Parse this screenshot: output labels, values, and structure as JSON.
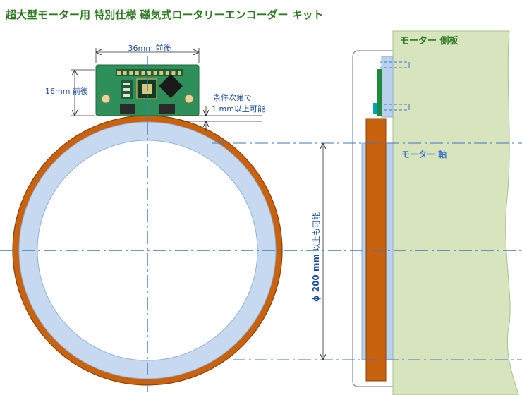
{
  "title": "超大型モーター用 特別仕様 磁気式ロータリーエンコーダー キット",
  "board": {
    "width_label": "36mm 前後",
    "height_label": "16mm 前後",
    "pcb_color": "#2f8f5a"
  },
  "gap": {
    "line1": "条件次第で",
    "line2": "1 mm以上可能"
  },
  "ring": {
    "diameter_label": "ϕ 200 mm",
    "diameter_note": "以上も可能",
    "outer_color": "#c8620e",
    "inner_color": "#c6d9f0"
  },
  "motor": {
    "side_plate_label": "モーター 側板",
    "shaft_label": "モーター 軸",
    "plate_color": "#d7e4bd"
  },
  "colors": {
    "dimension": "#1f4e9a",
    "centerline": "#3d78c4",
    "title": "#2e7a21"
  }
}
